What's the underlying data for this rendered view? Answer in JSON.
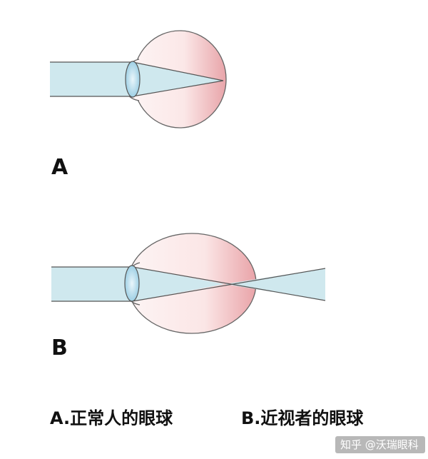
{
  "panels": {
    "a": {
      "label": "A",
      "caption": "A.正常人的眼球"
    },
    "b": {
      "label": "B",
      "caption": "B.近视者的眼球"
    }
  },
  "watermark": {
    "text": "知乎 @沃瑞眼科"
  },
  "colors": {
    "beam": "#cfe8ee",
    "eyeball_rim": "#fdeded",
    "eyeball_back": "#eaa0a6",
    "lens": "#a9d7ea",
    "outline": "#555555"
  }
}
